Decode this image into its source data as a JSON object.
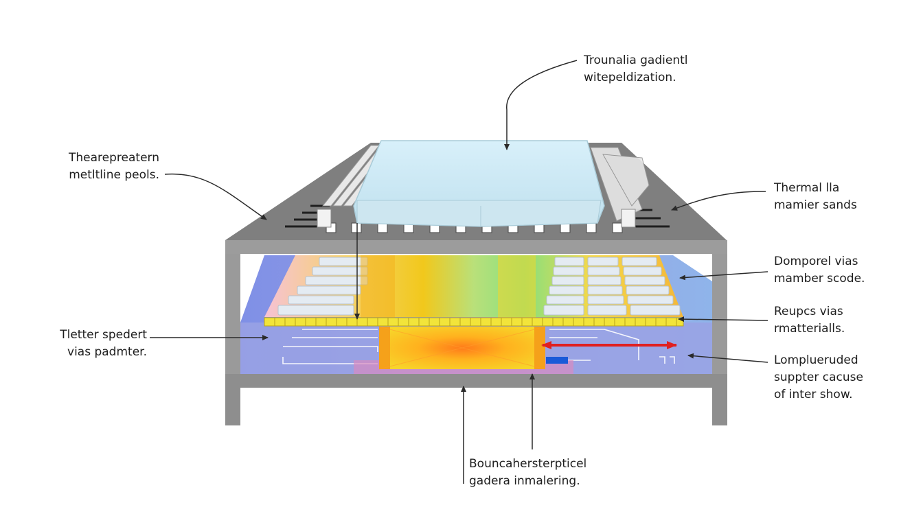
{
  "labels": {
    "top": {
      "line1": "Trounalia gadientl",
      "line2": "witepeldization."
    },
    "left_top": {
      "line1": "Thearepreatern",
      "line2": "metltline peols."
    },
    "left_bottom": {
      "line1": "Tletter spedert",
      "line2": "vias padmter."
    },
    "right_1": {
      "line1": "Thermal lla",
      "line2": "mamier sands"
    },
    "right_2": {
      "line1": "Domporel vias",
      "line2": "mamber scode."
    },
    "right_3": {
      "line1": "Reupcs vias",
      "line2": "rmatterialls."
    },
    "right_4": {
      "line1": "Lomplueruded",
      "line2": "suppter cacuse",
      "line3": "of inter show."
    },
    "bottom": {
      "line1": "Bouncahersterpticel",
      "line2": "gadera inmalering."
    }
  },
  "colors": {
    "frame": "#8e8e8e",
    "frame_top": "#7d7d7d",
    "cover": "#d6edf7",
    "substrate": "#8f9be0",
    "hotspot": "#f5b21c",
    "hotspot_core": "#ff8a1e",
    "arrow_red": "#e02020",
    "leader": "#2a2a2a",
    "solder_row": "#f2e43a"
  }
}
